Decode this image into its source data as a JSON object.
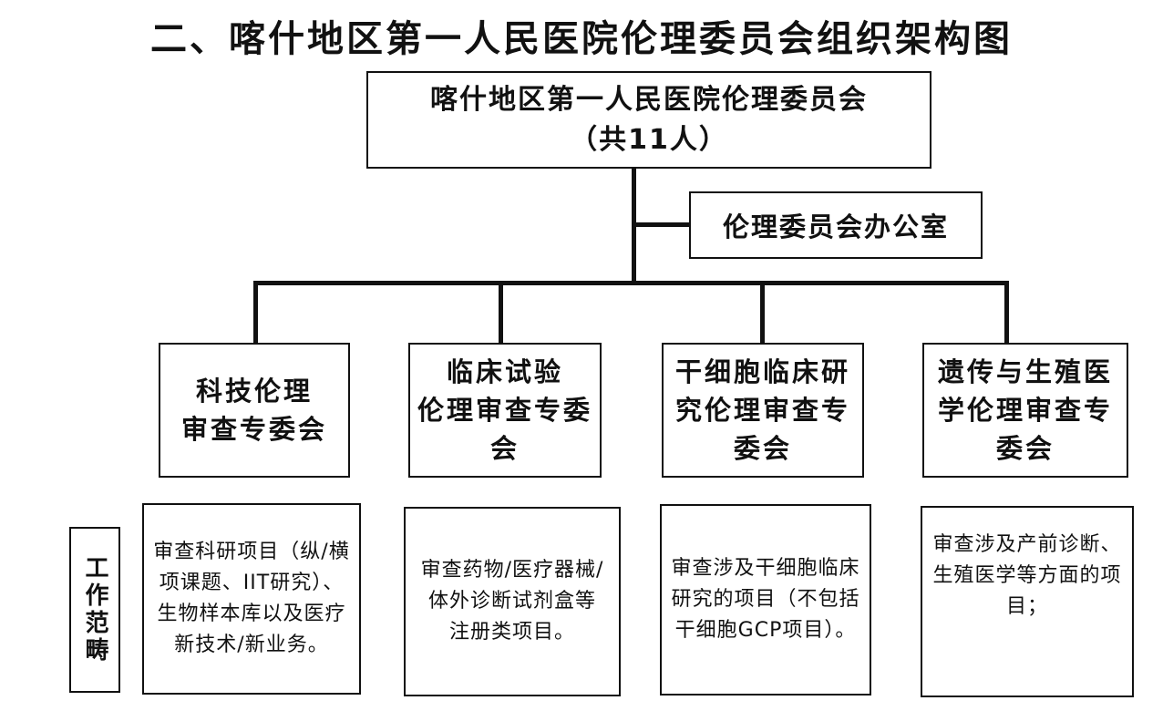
{
  "title": "二、喀什地区第一人民医院伦理委员会组织架构图",
  "top_box": {
    "line1": "喀什地区第一人民医院伦理委员会",
    "line2": "（共11人）"
  },
  "office": "伦理委员会办公室",
  "committees": [
    {
      "lines": [
        "科技伦理",
        "审查专委会"
      ]
    },
    {
      "lines": [
        "临床试验",
        "伦理审查专委",
        "会"
      ]
    },
    {
      "lines": [
        "干细胞临床研",
        "究伦理审查专",
        "委会"
      ]
    },
    {
      "lines": [
        "遗传与生殖医",
        "学伦理审查专",
        "委会"
      ]
    }
  ],
  "work_scope_label": "工作范畴",
  "scopes": [
    "审查科研项目（纵/横项课题、IIT研究）、生物样本库以及医疗新技术/新业务。",
    "审查药物/医疗器械/体外诊断试剂盒等注册类项目。",
    "审查涉及干细胞临床研究的项目（不包括干细胞GCP项目）。",
    "审查涉及产前诊断、生殖医学等方面的项目；"
  ]
}
